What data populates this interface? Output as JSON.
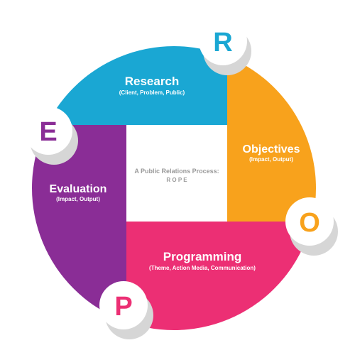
{
  "colors": {
    "research": "#1aa7d3",
    "objectives": "#f8a21c",
    "programming": "#ec2f74",
    "evaluation": "#8a2d96",
    "center_bg": "#ffffff",
    "center_text": "#9a9a9a",
    "badge_fill": "#ffffff",
    "badge_shadow": "#d6d6d6"
  },
  "center": {
    "line1": "A Public Relations Process:",
    "line2": "R O P E"
  },
  "segments": {
    "research": {
      "title": "Research",
      "subtitle": "(Client, Problem, Public)",
      "letter": "R"
    },
    "objectives": {
      "title": "Objectives",
      "subtitle": "(Impact, Output)",
      "letter": "O"
    },
    "programming": {
      "title": "Programming",
      "subtitle": "(Theme, Action Media, Communication)",
      "letter": "P"
    },
    "evaluation": {
      "title": "Evaluation",
      "subtitle": "(Impact, Output)",
      "letter": "E"
    }
  }
}
